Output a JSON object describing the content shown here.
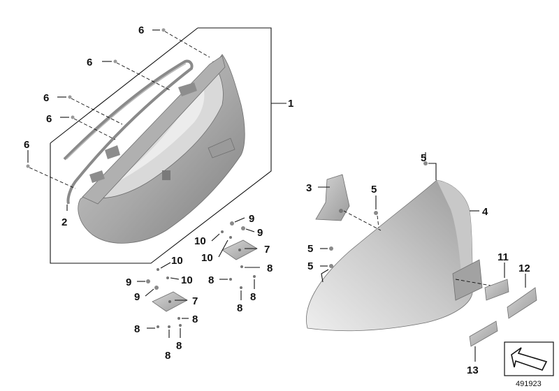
{
  "diagram": {
    "diagram_id": "491923",
    "callouts": {
      "c1": "1",
      "c2": "2",
      "c3": "3",
      "c4": "4",
      "c5a": "5",
      "c5b": "5",
      "c5c": "5",
      "c5d": "5",
      "c6a": "6",
      "c6b": "6",
      "c6c": "6",
      "c6d": "6",
      "c6e": "6",
      "c7a": "7",
      "c7b": "7",
      "c8a": "8",
      "c8b": "8",
      "c8c": "8",
      "c8d": "8",
      "c8e": "8",
      "c8f": "8",
      "c8g": "8",
      "c8h": "8",
      "c9a": "9",
      "c9b": "9",
      "c9c": "9",
      "c9d": "9",
      "c10a": "10",
      "c10b": "10",
      "c10c": "10",
      "c10d": "10",
      "c11": "11",
      "c12": "12",
      "c13": "13"
    },
    "colors": {
      "part_light": "#e2e2e2",
      "part_mid": "#b9b9b9",
      "part_dark": "#8c8c8c",
      "line": "#111111"
    },
    "icons": [
      "arrow-icon"
    ]
  }
}
